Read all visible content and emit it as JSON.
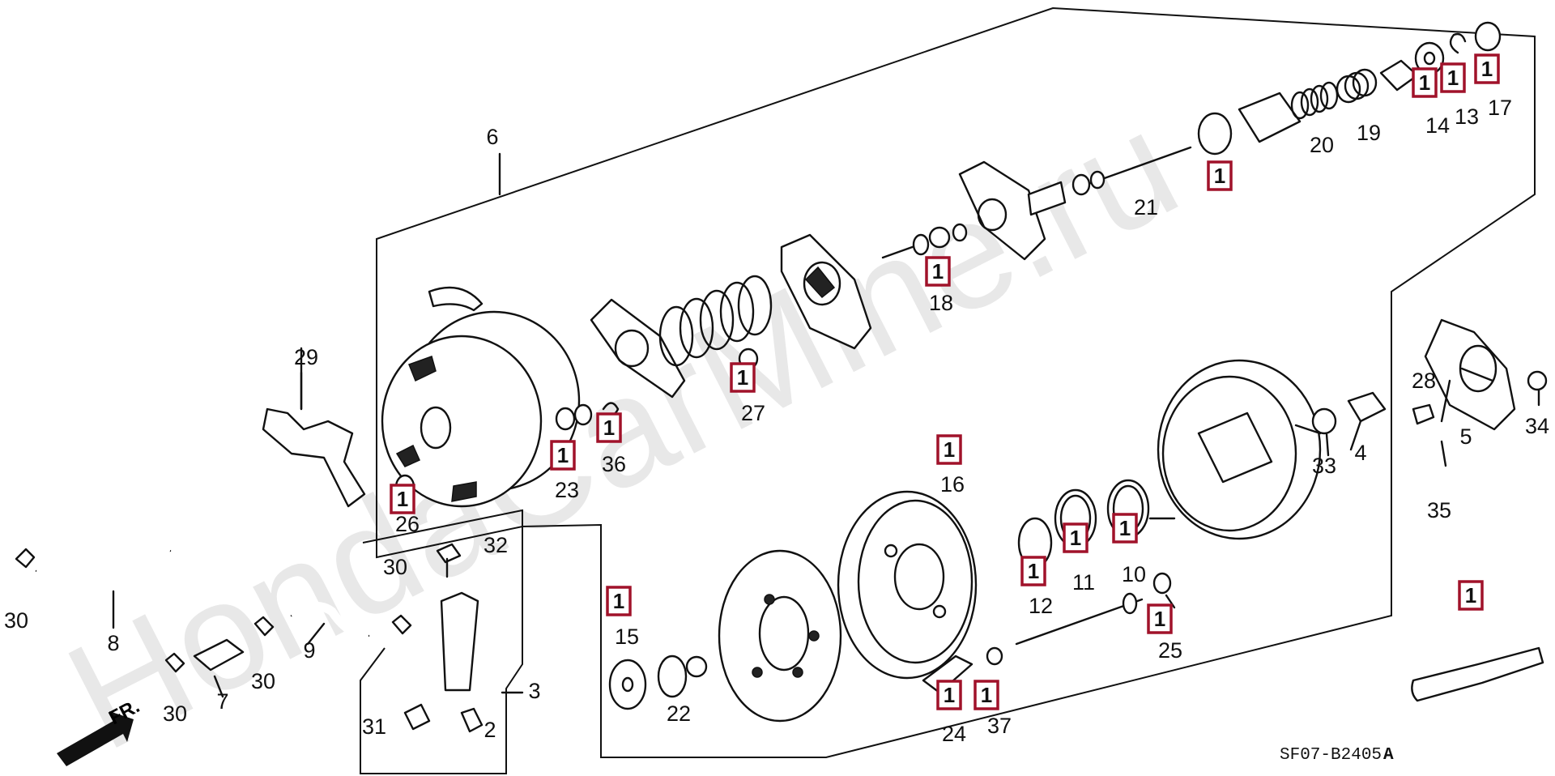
{
  "watermark": "HondaCarMine.ru",
  "diagram_code": "SF07-B2405",
  "diagram_revision": "A",
  "front_marker": "FR.",
  "badge_text": "1",
  "parts": [
    {
      "num": "2"
    },
    {
      "num": "3"
    },
    {
      "num": "4"
    },
    {
      "num": "5"
    },
    {
      "num": "6"
    },
    {
      "num": "7"
    },
    {
      "num": "8"
    },
    {
      "num": "9"
    },
    {
      "num": "10"
    },
    {
      "num": "11"
    },
    {
      "num": "12"
    },
    {
      "num": "13"
    },
    {
      "num": "14"
    },
    {
      "num": "15"
    },
    {
      "num": "16"
    },
    {
      "num": "17"
    },
    {
      "num": "18"
    },
    {
      "num": "19"
    },
    {
      "num": "20"
    },
    {
      "num": "21"
    },
    {
      "num": "22"
    },
    {
      "num": "23"
    },
    {
      "num": "24"
    },
    {
      "num": "25"
    },
    {
      "num": "26"
    },
    {
      "num": "27"
    },
    {
      "num": "28"
    },
    {
      "num": "29"
    },
    {
      "num": "30"
    },
    {
      "num": "31"
    },
    {
      "num": "32"
    },
    {
      "num": "33"
    },
    {
      "num": "34"
    },
    {
      "num": "35"
    },
    {
      "num": "36"
    },
    {
      "num": "37"
    }
  ],
  "colors": {
    "badge_border": "#a0122a",
    "line": "#111111",
    "watermark": "#e8e8e8",
    "background": "#ffffff"
  }
}
